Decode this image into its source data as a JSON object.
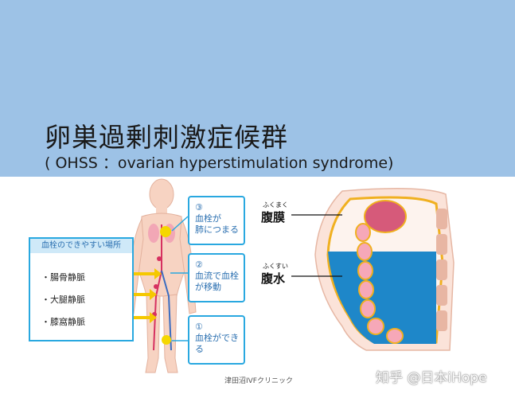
{
  "title": "卵巣過剰刺激症候群",
  "subtitle": "( OHSS ：ovarian hyperstimulation syndrome)",
  "thrombosis_sites": {
    "heading": "血栓のできやすい場所",
    "items": [
      "・腸骨静脈",
      "・大腿静脈",
      "・膝窩静脈"
    ]
  },
  "steps": [
    {
      "num": "③",
      "text": "血栓が\n肺につまる"
    },
    {
      "num": "②",
      "text": "血流で血栓\nが移動"
    },
    {
      "num": "①",
      "text": "血栓ができる"
    }
  ],
  "anatomy": {
    "peritoneum_reading": "ふくまく",
    "peritoneum": "腹膜",
    "ascites_reading": "ふくすい",
    "ascites": "腹水"
  },
  "credit": "津田沼IVFクリニック",
  "watermark": "知乎 @日本iHope",
  "colors": {
    "banner": "#9dc2e6",
    "arrow": "#f5c800",
    "box_border": "#29a8e0",
    "fluid": "#1e87c9"
  }
}
